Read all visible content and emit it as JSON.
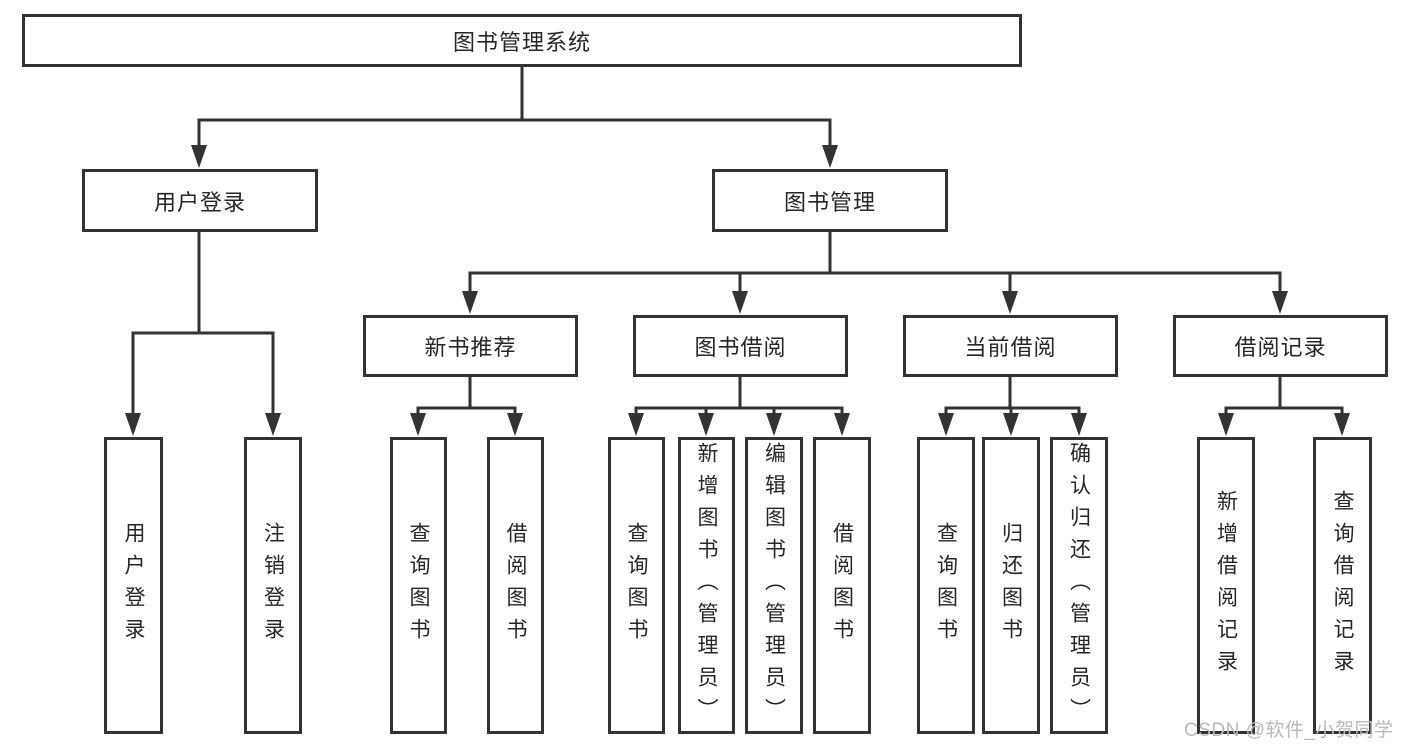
{
  "nodes": {
    "root": {
      "label": "图书管理系统"
    },
    "level2": [
      {
        "label": "用户登录"
      },
      {
        "label": "图书管理"
      }
    ],
    "level3": [
      {
        "label": "新书推荐"
      },
      {
        "label": "图书借阅"
      },
      {
        "label": "当前借阅"
      },
      {
        "label": "借阅记录"
      }
    ],
    "leaves": {
      "user_login": [
        {
          "label": "用户登录"
        },
        {
          "label": "注销登录"
        }
      ],
      "new_book": [
        {
          "label": "查询图书"
        },
        {
          "label": "借阅图书"
        }
      ],
      "borrow": [
        {
          "label": "查询图书"
        },
        {
          "label": "新增图书（管理员）"
        },
        {
          "label": "编辑图书（管理员）"
        },
        {
          "label": "借阅图书"
        }
      ],
      "current": [
        {
          "label": "查询图书"
        },
        {
          "label": "归还图书"
        },
        {
          "label": "确认归还（管理员）"
        }
      ],
      "records": [
        {
          "label": "新增借阅记录"
        },
        {
          "label": "查询借阅记录"
        }
      ]
    }
  },
  "watermark": {
    "text": "CSDN @软件_小贺同学"
  },
  "colors": {
    "line": "#333333",
    "box_border": "#333333",
    "text": "#262626",
    "background": "#ffffff",
    "watermark": "#b9b9b9"
  }
}
